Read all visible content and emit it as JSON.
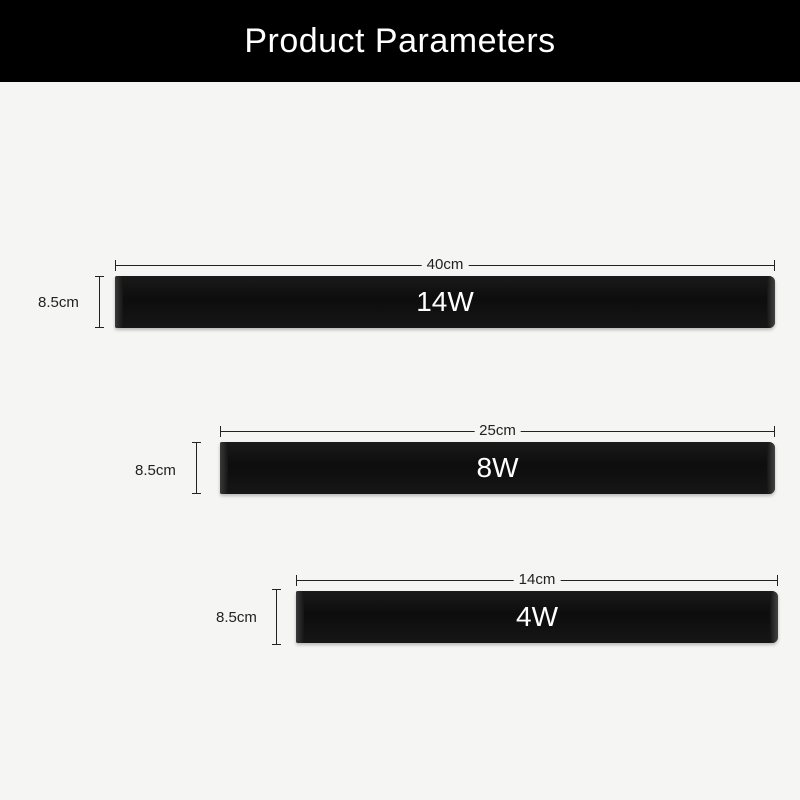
{
  "header": {
    "title": "Product Parameters"
  },
  "products": [
    {
      "power": "14W",
      "width": "40cm",
      "height": "8.5cm"
    },
    {
      "power": "8W",
      "width": "25cm",
      "height": "8.5cm"
    },
    {
      "power": "4W",
      "width": "14cm",
      "height": "8.5cm"
    }
  ],
  "colors": {
    "header_background": "#000000",
    "header_text": "#ffffff",
    "page_background": "#f5f5f3",
    "bar": "#111111",
    "bar_text": "#ffffff",
    "dimension_lines": "#222222"
  }
}
